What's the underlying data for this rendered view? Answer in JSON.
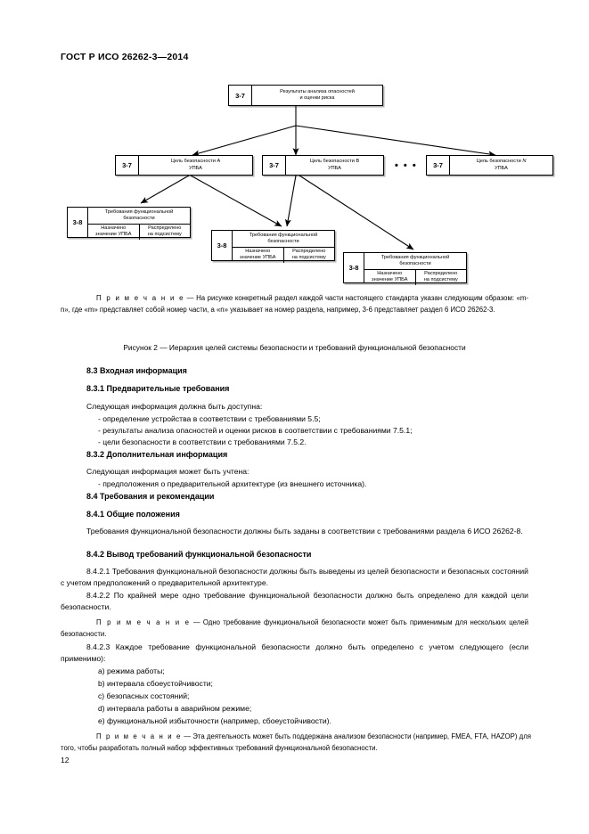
{
  "document": {
    "standard_header": "ГОСТ Р ИСО 26262-3—2014",
    "page_number": "12"
  },
  "figure": {
    "caption": "Рисунок  2 — Иерархия целей системы безопасности и требований функциональной безопасности",
    "ellipsis": "• • •",
    "root": {
      "tag": "3-7",
      "line1": "Результаты анализа опасностей",
      "line2": "и оценки риска"
    },
    "goals": [
      {
        "tag": "3-7",
        "line1": "Цель безопасности А",
        "line2": "УПБА"
      },
      {
        "tag": "3-7",
        "line1": "Цель безопасности В",
        "line2": "УПБА"
      },
      {
        "tag": "3-7",
        "line1_pre": "Цель безопасности ",
        "line1_var": "N",
        "line2": "УПБА"
      }
    ],
    "requirements": [
      {
        "tag": "3-8",
        "title_line1": "Требования функциональной",
        "title_line2": "безопасности",
        "cell_left_line1": "Назначено",
        "cell_left_line2": "значение УПБА",
        "cell_right_line1": "Распределено",
        "cell_right_line2": "на подсистему"
      },
      {
        "tag": "3-8",
        "title_line1": "Требования функциональной",
        "title_line2": "безопасности",
        "cell_left_line1": "Назначено",
        "cell_left_line2": "значение УПБА",
        "cell_right_line1": "Распределено",
        "cell_right_line2": "на подсистему"
      },
      {
        "tag": "3-8",
        "title_line1": "Требования функциональной",
        "title_line2": "безопасности",
        "cell_left_line1": "Назначено",
        "cell_left_line2": "значение УПБА",
        "cell_right_line1": "Распределено",
        "cell_right_line2": "на подсистему"
      }
    ],
    "note": {
      "label": "П р и м е ч а н и е",
      "text": " — На рисунке конкретный раздел каждой части настоящего стандарта указан следующим образом: «m-n», где «m» представляет собой номер части, а «n» указывает на номер раздела, например, 3-6 представляет раздел 6 ИСО 26262-3."
    }
  },
  "sections": {
    "s83_title": "8.3  Входная информация",
    "s831_title": "8.3.1  Предварительные требования",
    "s831_lead": "Следующая информация должна быть доступна:",
    "s831_items": [
      "-  определение устройства в соответствии с требованиями 5.5;",
      "-  результаты анализа опасностей и оценки рисков в соответствии с требованиями 7.5.1;",
      "-  цели безопасности в соответствии с требованиями 7.5.2."
    ],
    "s832_title": "8.3.2  Дополнительная информация",
    "s832_lead": "Следующая информация может быть учтена:",
    "s832_items": [
      "-  предположения о предварительной архитектуре (из внешнего источника)."
    ],
    "s84_title": "8.4  Требования и рекомендации",
    "s841_title": "8.4.1  Общие положения",
    "s841_body": "Требования функциональной безопасности должны быть заданы в соответствии с требованиями раздела 6 ИСО 26262-8.",
    "s842_title": "8.4.2  Вывод требований функциональной безопасности",
    "s8421_body": "8.4.2.1  Требования функциональной безопасности должны быть выведены из целей безопасности и безопасных состояний с учетом предположений о предварительной архитектуре.",
    "s8422_body": "8.4.2.2  По крайней мере одно требование функциональной безопасности должно быть определено для каждой цели безопасности.",
    "note1_label": "П р и м е ч а н и е",
    "note1_text": " — Одно требование функциональной безопасности может быть применимым для нескольких целей безопасности.",
    "s8423_body": "8.4.2.3  Каждое требование функциональной безопасности должно быть определено с учетом следующего (если применимо):",
    "list_items": [
      "a)  режима работы;",
      "b)  интервала сбоеустойчивости;",
      "c)  безопасных состояний;",
      "d)  интервала работы в аварийном режиме;",
      "e)  функциональной избыточности (например, сбоеустойчивости)."
    ],
    "note2_label": "П р и м е ч а н и е",
    "note2_text": " — Эта деятельность может быть поддержана анализом безопасности (например, FMEA, FTA, HAZOP) для того, чтобы разработать полный набор эффективных требований функциональной безопасности."
  }
}
